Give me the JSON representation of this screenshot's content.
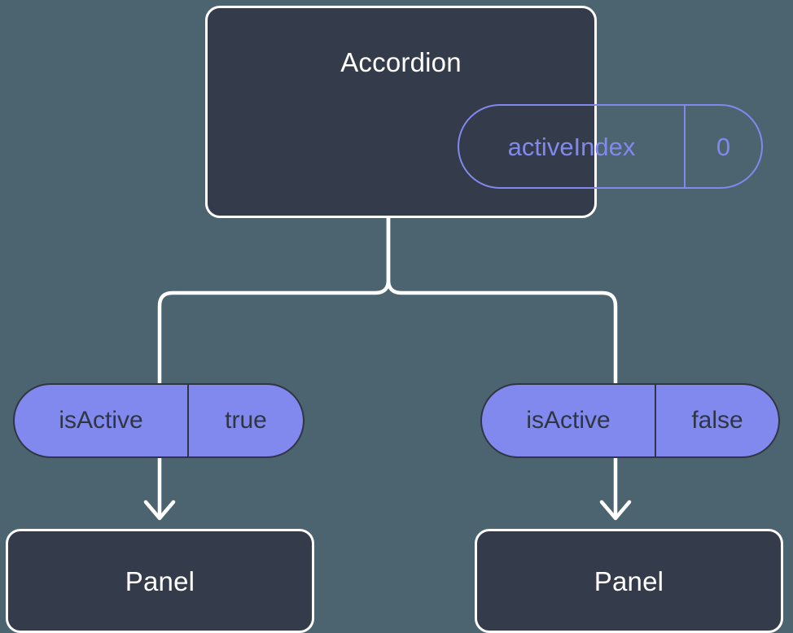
{
  "canvas": {
    "background_color": "#4c6470",
    "stroke_color": "#ffffff",
    "node_fill_color": "#343b4a",
    "accent_color": "#8289ee",
    "pill_text_color": "#2f3542"
  },
  "diagram": {
    "root": {
      "title": "Accordion",
      "state": {
        "key": "activeIndex",
        "value": "0",
        "style": "outlined"
      }
    },
    "branches": [
      {
        "prop": {
          "key": "isActive",
          "value": "true",
          "style": "solid"
        },
        "child": {
          "title": "Panel"
        }
      },
      {
        "prop": {
          "key": "isActive",
          "value": "false",
          "style": "solid"
        },
        "child": {
          "title": "Panel"
        }
      }
    ]
  }
}
